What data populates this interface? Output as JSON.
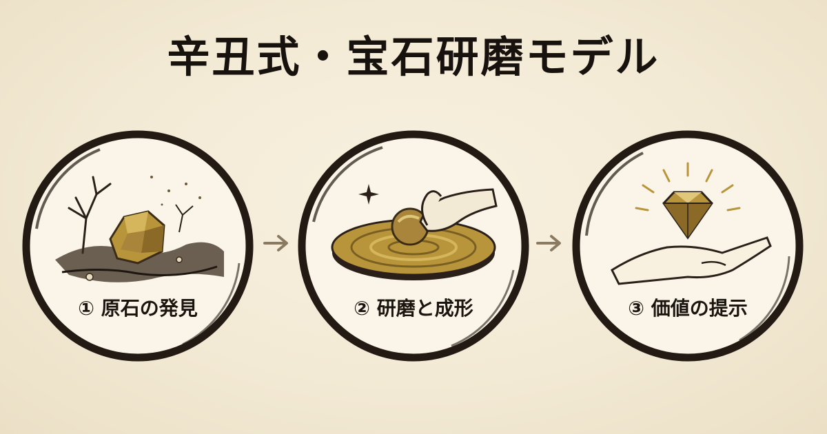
{
  "title": "辛丑式・宝石研磨モデル",
  "steps": [
    {
      "label": "① 原石の発見",
      "icon": "raw-gemstone-icon"
    },
    {
      "label": "② 研磨と成形",
      "icon": "polishing-wheel-icon"
    },
    {
      "label": "③ 価値の提示",
      "icon": "diamond-in-hand-icon"
    }
  ],
  "colors": {
    "ink": "#1d1712",
    "gold": "#b8953a",
    "gold_dark": "#7a5f22",
    "paper": "#f5eedb",
    "arrow": "#8a7a62"
  }
}
